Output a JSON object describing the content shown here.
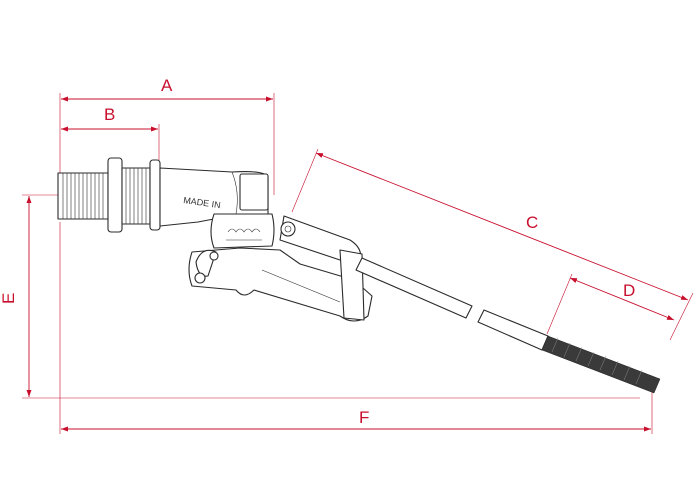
{
  "dimensions": {
    "a": "A",
    "b": "B",
    "c": "C",
    "d": "D",
    "e": "E",
    "f": "F"
  },
  "stamp": "MADE IN",
  "colors": {
    "dimension": "#c8102e",
    "outline": "#2b2b2b"
  }
}
